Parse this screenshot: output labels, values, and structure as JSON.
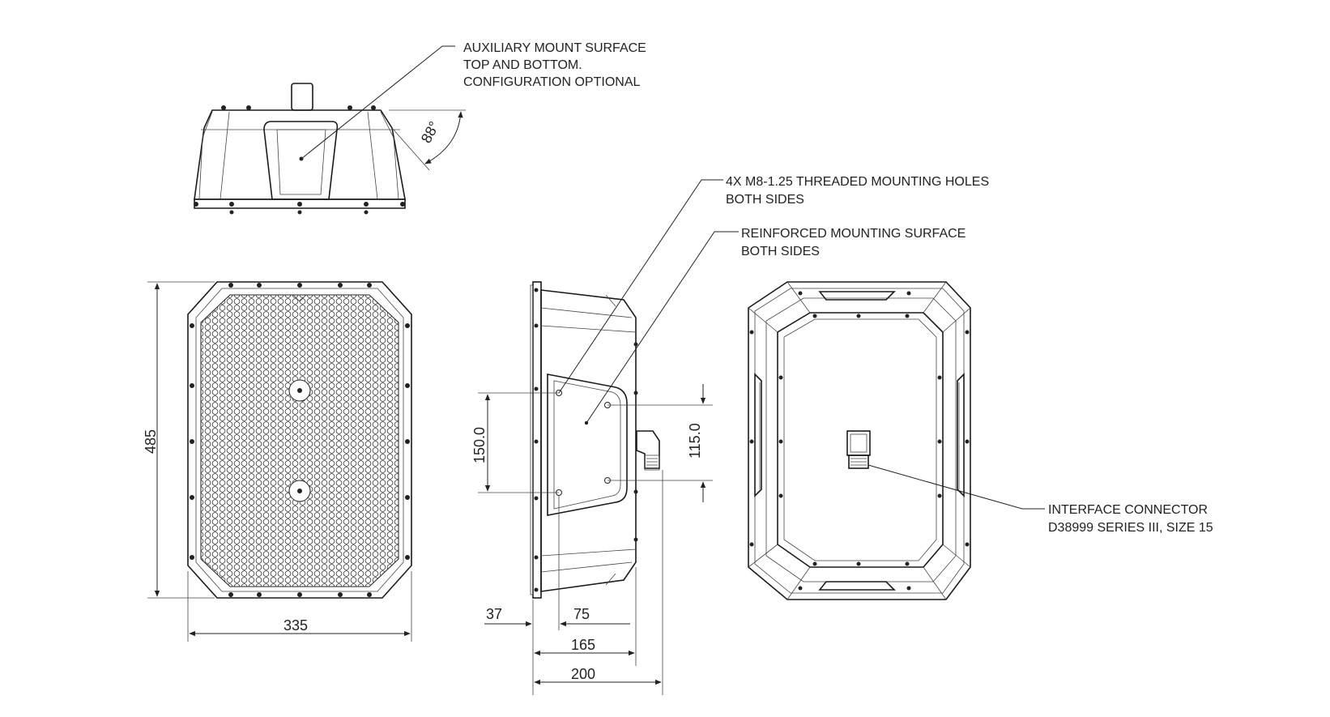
{
  "callouts": {
    "auxiliary_mount": [
      "AUXILIARY MOUNT SURFACE",
      "TOP AND BOTTOM.",
      "CONFIGURATION OPTIONAL"
    ],
    "mounting_holes": [
      "4X M8-1.25 THREADED MOUNTING HOLES",
      "BOTH SIDES"
    ],
    "reinforced_surface": [
      "REINFORCED MOUNTING SURFACE",
      "BOTH SIDES"
    ],
    "interface_connector": [
      "INTERFACE CONNECTOR",
      "D38999 SERIES III, SIZE 15"
    ]
  },
  "dimensions": {
    "angle": "88°",
    "front_height": "485",
    "front_width": "335",
    "side_hole_spacing": "150.0",
    "side_connector_spacing": "115.0",
    "side_flange": "37",
    "side_hole_offset": "75",
    "side_body_depth": "165",
    "side_total_depth": "200"
  }
}
